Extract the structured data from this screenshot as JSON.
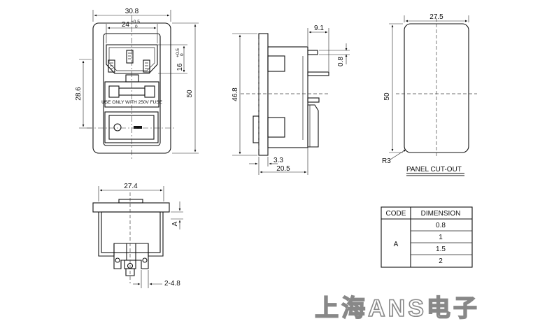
{
  "front_view": {
    "width_label": "30.8",
    "inner_width_label": "24",
    "inner_width_tol_plus": "+0.5",
    "inner_width_tol_minus": "0",
    "height_label": "50",
    "left_height_label": "28.6",
    "inlet_height_label": "16",
    "inlet_height_tol_plus": "+0.5",
    "inlet_height_tol_minus": "0",
    "fuse_label": "USE ONLY WITH 250V FUSE"
  },
  "side_view": {
    "top_dim_label": "9.1",
    "pin_dim_label": "0.8",
    "height_label": "46.8",
    "flange_label": "3.3",
    "depth_label": "20.5"
  },
  "panel_cutout": {
    "width_label": "27.5",
    "height_label": "50",
    "radius_label": "R3",
    "title": "PANEL CUT-OUT"
  },
  "bottom_view": {
    "width_label": "27.4",
    "a_label": "A",
    "pin_label": "2-4.8"
  },
  "table": {
    "headers": [
      "CODE",
      "DIMENSION"
    ],
    "code": "A",
    "values": [
      "0.8",
      "1",
      "1.5",
      "2"
    ]
  },
  "watermark": "上海ANS电子",
  "colors": {
    "line": "#111111",
    "watermark_outline": "#888888"
  }
}
